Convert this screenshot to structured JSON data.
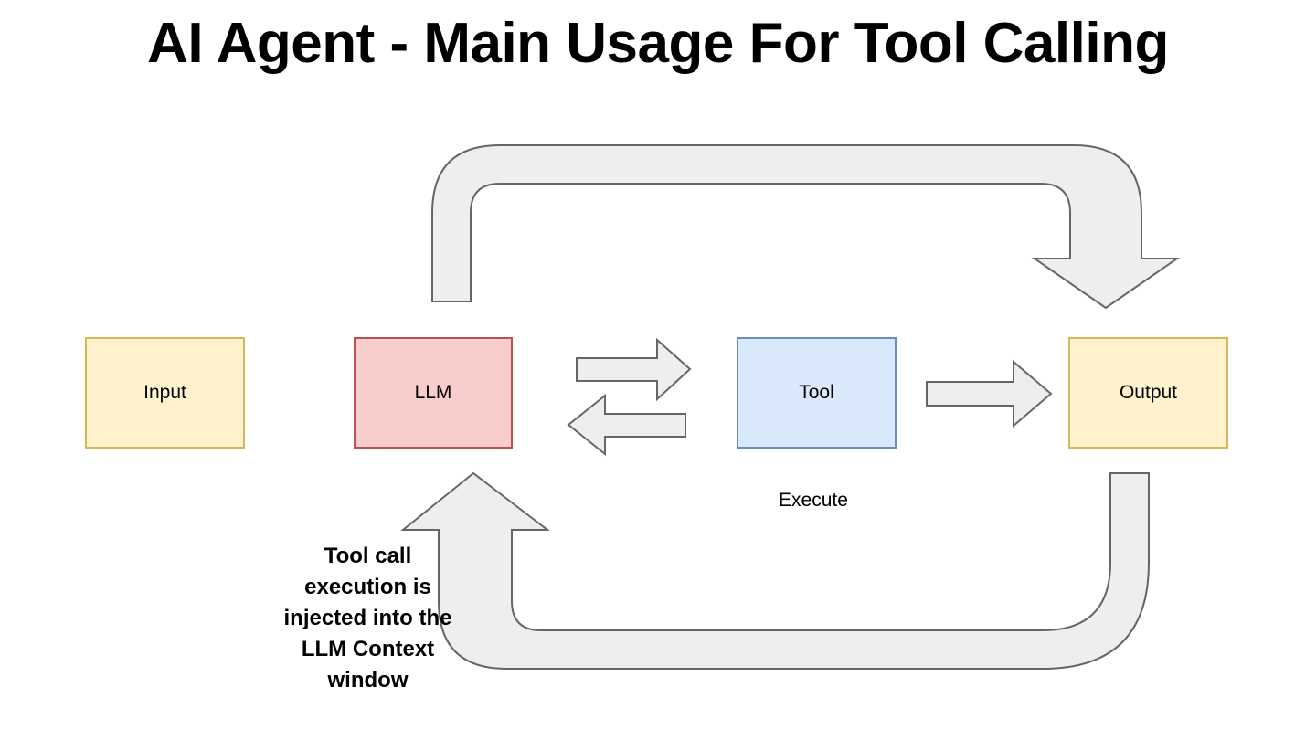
{
  "diagram": {
    "title": "AI Agent - Main Usage For Tool Calling",
    "background_color": "#ffffff",
    "nodes": [
      {
        "id": "input",
        "label": "Input",
        "fill": "#fff2cc",
        "stroke": "#d6b656"
      },
      {
        "id": "llm",
        "label": "LLM",
        "fill": "#f8cecc",
        "stroke": "#b85450"
      },
      {
        "id": "tool",
        "label": "Tool",
        "fill": "#dae8fc",
        "stroke": "#6c8ebf"
      },
      {
        "id": "output",
        "label": "Output",
        "fill": "#fff2cc",
        "stroke": "#d6b656"
      }
    ],
    "connectors": [
      {
        "id": "llm-to-tool",
        "type": "block-arrow-right",
        "from": "llm",
        "to": "tool",
        "label": ""
      },
      {
        "id": "tool-to-llm",
        "type": "block-arrow-left",
        "from": "tool",
        "to": "llm",
        "label": ""
      },
      {
        "id": "tool-to-output",
        "type": "block-arrow-right",
        "from": "tool",
        "to": "output",
        "label": ""
      },
      {
        "id": "llm-top-loop-to-output",
        "type": "curved-block-arrow-down",
        "from": "llm",
        "to": "output",
        "label": ""
      },
      {
        "id": "output-bottom-loop-to-llm",
        "type": "curved-block-arrow-up",
        "from": "output",
        "to": "llm",
        "label": "Tool call execution is injected into the LLM Context window"
      }
    ],
    "labels": [
      {
        "id": "execute",
        "text": "Execute",
        "bold": false
      },
      {
        "id": "injection-note",
        "text": "Tool call execution is injected into the LLM Context window",
        "bold": true
      }
    ],
    "arrow_style": {
      "fill": "#eeeeee",
      "stroke": "#666666"
    }
  }
}
